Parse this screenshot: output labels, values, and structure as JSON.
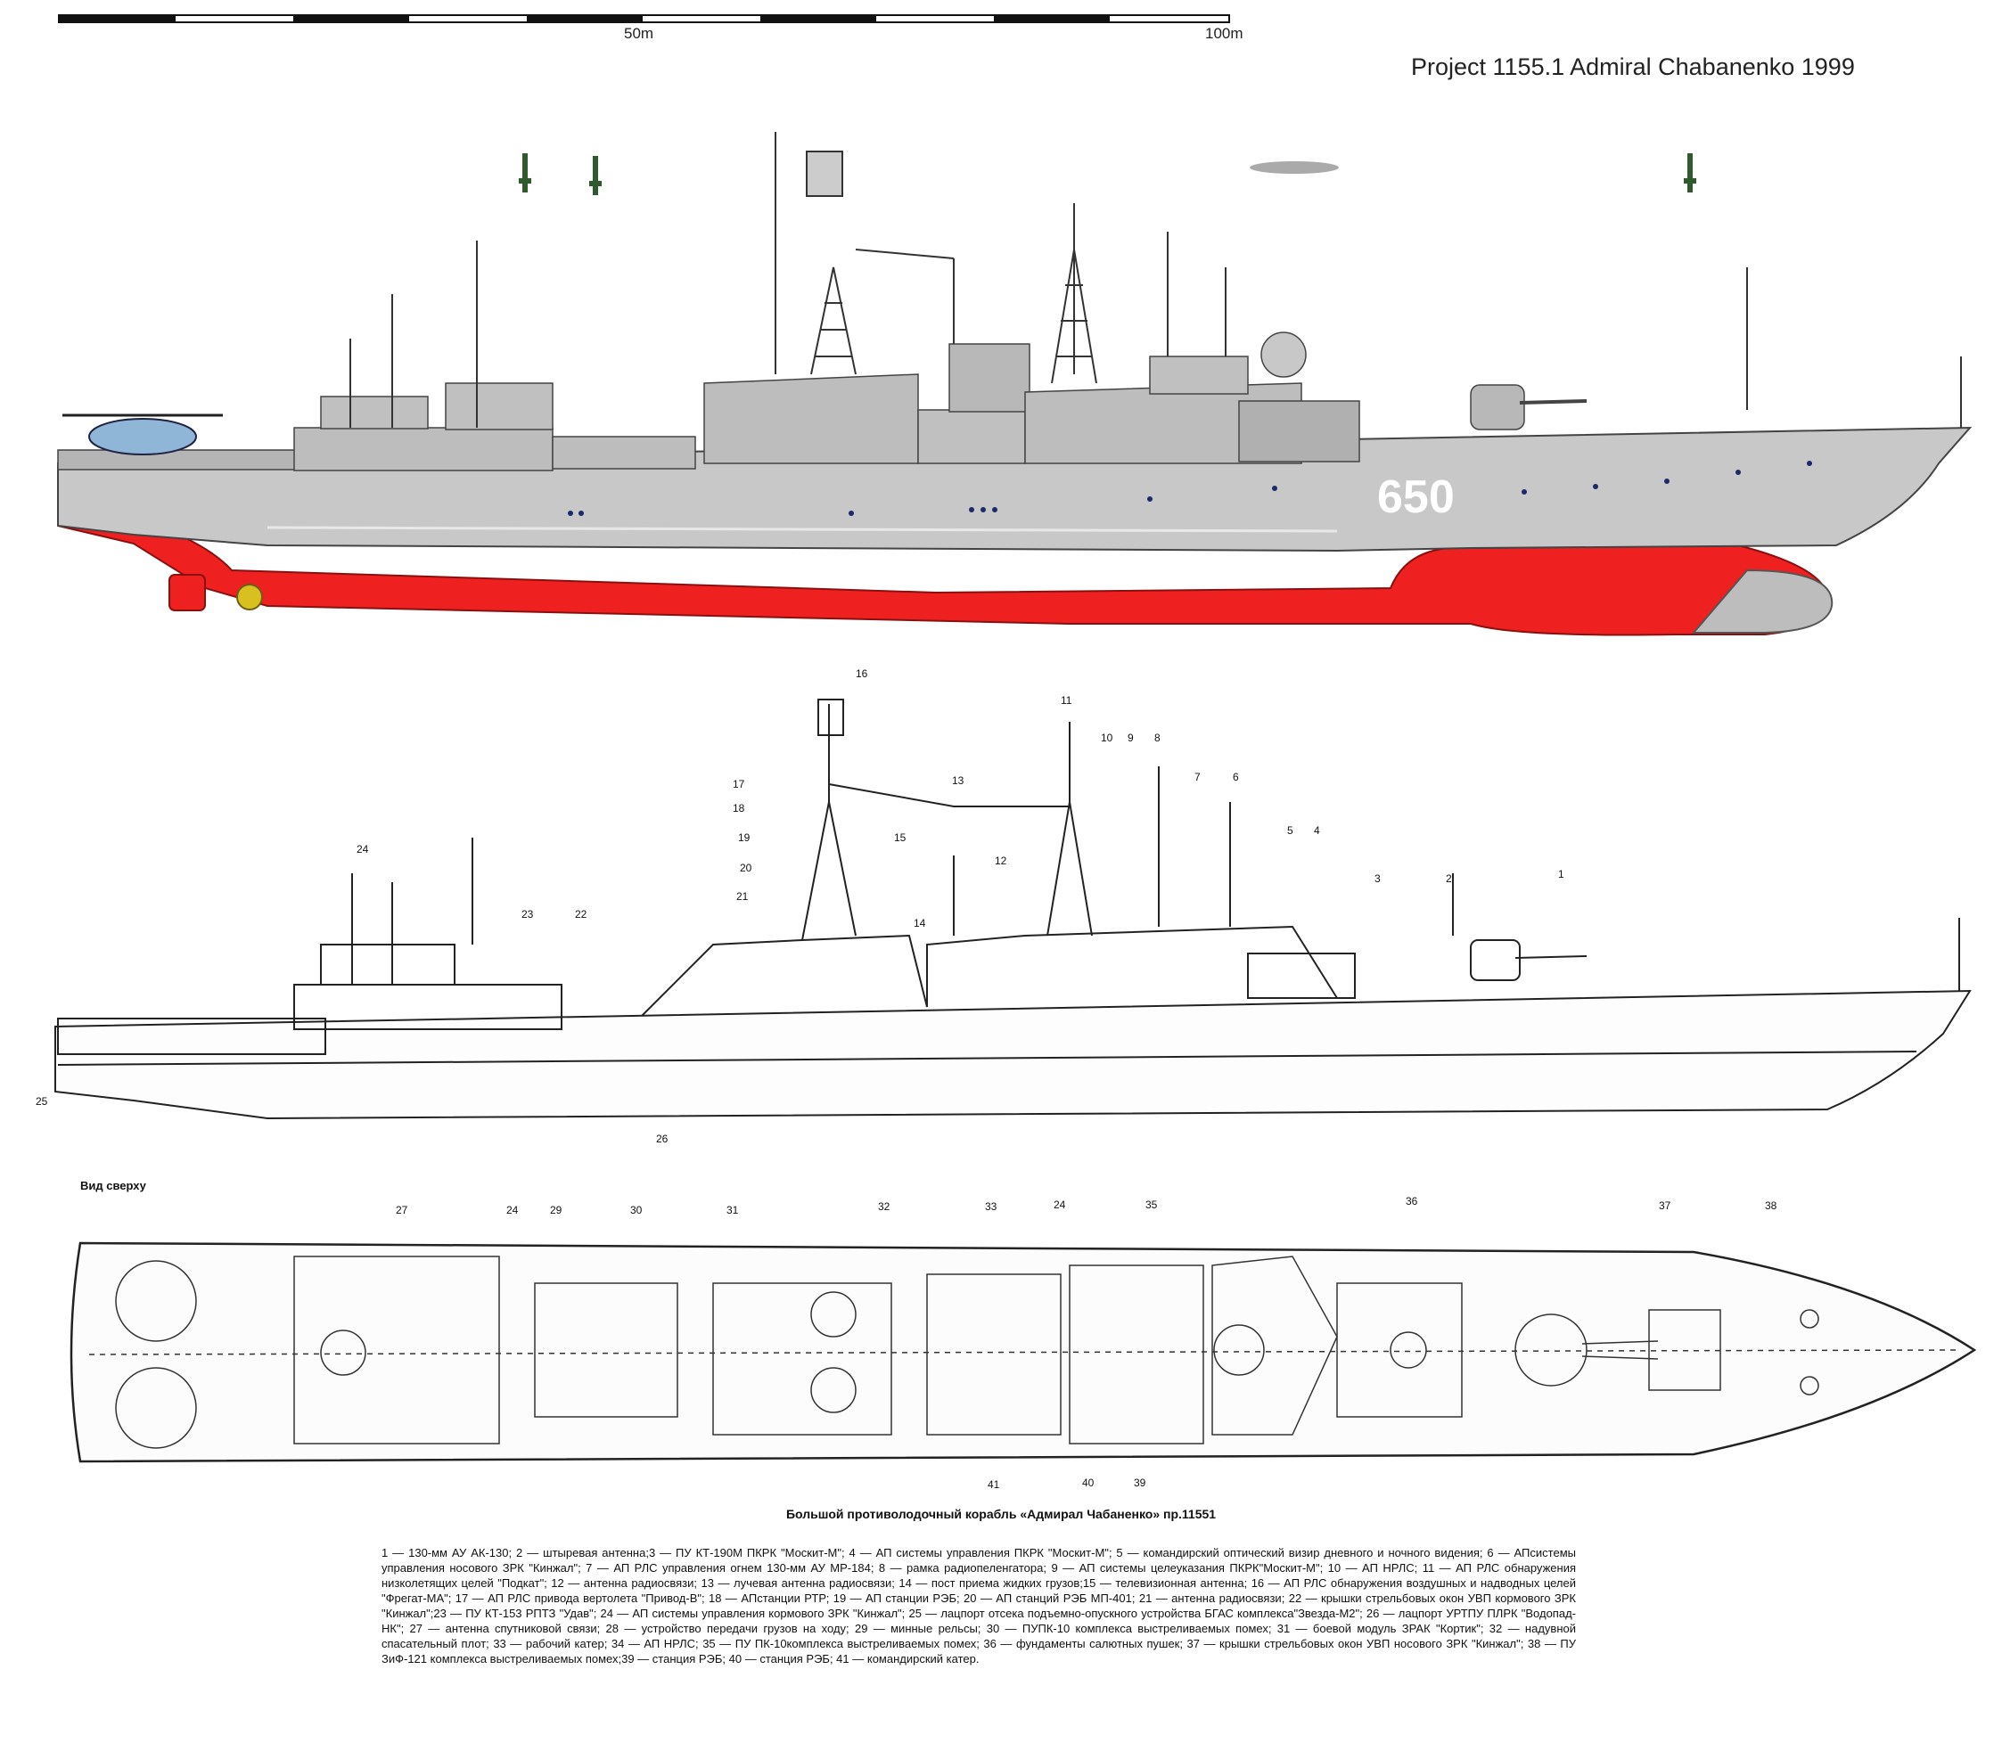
{
  "scale_bar": {
    "mid_label": "50m",
    "end_label": "100m"
  },
  "title": "Project 1155.1  Admiral Chabanenko 1999",
  "hull_number": "650",
  "colors": {
    "hull": "#c8c8c8",
    "underwater": "#ee2020",
    "superstructure": "#bdbdbd",
    "deck": "#9c9c9c",
    "number": "#ffffff"
  },
  "side_view_callouts": [
    "16",
    "11",
    "10",
    "9",
    "8",
    "7",
    "6",
    "17",
    "18",
    "13",
    "19",
    "15",
    "20",
    "21",
    "12",
    "5",
    "4",
    "3",
    "2",
    "1",
    "14",
    "24",
    "23",
    "22",
    "25",
    "26"
  ],
  "top_view": {
    "title": "Вид сверху",
    "callouts_top": [
      "27",
      "24",
      "29",
      "30",
      "31",
      "32",
      "33",
      "24",
      "35",
      "36",
      "37",
      "38"
    ],
    "callouts_bottom": [
      "41",
      "40",
      "39"
    ]
  },
  "caption": "Большой противолодочный корабль «Адмирал Чабаненко» пр.11551",
  "legend": "1 — 130-мм АУ АК-130; 2 — штыревая антенна;3 — ПУ КТ-190М ПКРК \"Москит-М\"; 4 — АП системы управления ПКРК \"Москит-М\"; 5 — командирский оптический визир дневного и ночного видения; 6 — АПсистемы управления носового ЗРК \"Кинжал\"; 7 — АП РЛС управления огнем 130-мм АУ МР-184; 8 — рамка радиопеленгатора; 9 — АП системы целеуказания ПКРК\"Москит-М\"; 10 — АП НРЛС; 11 — АП РЛС обнаружения низколетящих целей \"Подкат\"; 12 — антенна радиосвязи; 13 — лучевая антенна радиосвязи; 14 — пост приема жидких грузов;15 — телевизионная антенна; 16 — АП РЛС обнаружения воздушных и надводных целей \"Фрегат-МА\"; 17 — АП РЛС привода вертолета \"Привод-В\"; 18 — АПстанции РТР; 19 — АП станции РЭБ; 20 — АП станций РЭБ МП-401; 21 — антенна радиосвязи; 22 — крышки стрельбовых окон УВП кормового ЗРК \"Кинжал\";23 — ПУ КТ-153 РПТЗ \"Удав\"; 24 — АП системы управления кормового ЗРК \"Кинжал\"; 25 — лацпорт отсека подъемно-опускного устройства БГАС комплекса\"Звезда-М2\"; 26 — лацпорт УРТПУ ПЛРК \"Водопад-НК\"; 27 — антенна спутниковой связи; 28 — устройство передачи грузов на ходу; 29 — минные рельсы; 30 — ПУПК-10 комплекса выстреливаемых помех; 31 — боевой модуль ЗРАК \"Кортик\"; 32 — надувной спасательный плот; 33 — рабочий катер; 34 — АП НРЛС; 35 — ПУ ПК-10комплекса выстреливаемых помех; 36 — фундаменты салютных пушек; 37 — крышки стрельбовых окон УВП носового ЗРК \"Кинжал\"; 38 — ПУ ЗиФ-121 комплекса выстреливаемых помех;39 — станция РЭБ; 40 — станция РЭБ; 41 — командирский катер."
}
